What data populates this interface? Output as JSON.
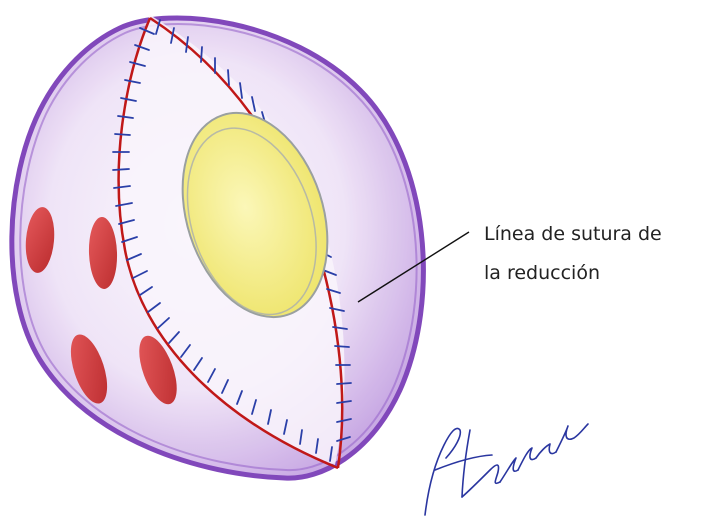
{
  "annotation": {
    "line1": "Línea de sutura de",
    "line2": "la reducción"
  },
  "signature": "Herrera",
  "colors": {
    "disc_fill": "#e7d6f2",
    "disc_edge": "#7b3fb8",
    "suture_line": "#c01818",
    "stitches": "#2a3fa8",
    "inner_oval": "#f6f07a",
    "red_spots": "#cc2222",
    "signature_ink": "#2a36a0"
  },
  "icons": [
    "suture-line",
    "red-spot",
    "yellow-oval",
    "signature"
  ]
}
